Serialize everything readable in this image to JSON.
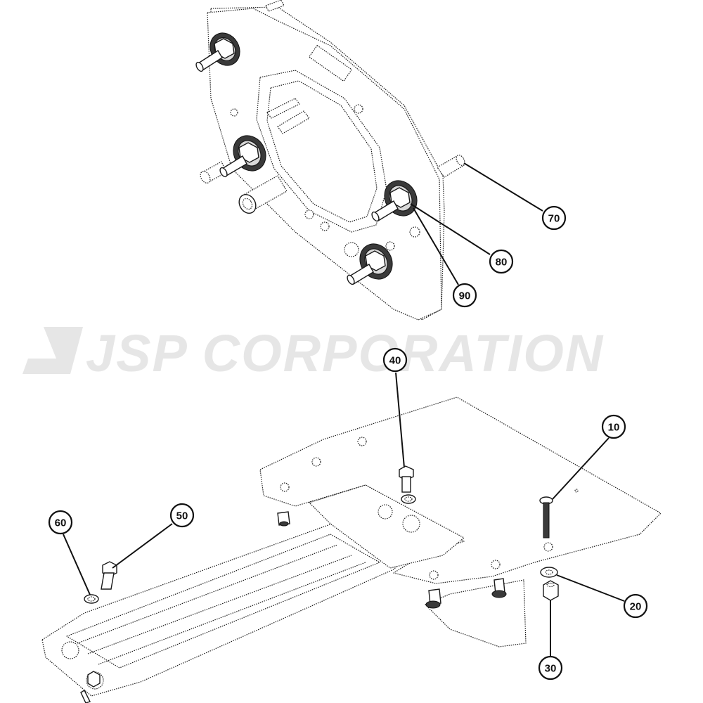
{
  "watermark": {
    "text": "JSP CORPORATION"
  },
  "callouts": [
    {
      "id": "70",
      "label": "70"
    },
    {
      "id": "80",
      "label": "80"
    },
    {
      "id": "90",
      "label": "90"
    },
    {
      "id": "40",
      "label": "40"
    },
    {
      "id": "10",
      "label": "10"
    },
    {
      "id": "60",
      "label": "60"
    },
    {
      "id": "50",
      "label": "50"
    },
    {
      "id": "20",
      "label": "20"
    },
    {
      "id": "30",
      "label": "30"
    }
  ],
  "colors": {
    "line": "#1a1a1a",
    "watermark": "#e6e6e6",
    "background": "#ffffff"
  }
}
